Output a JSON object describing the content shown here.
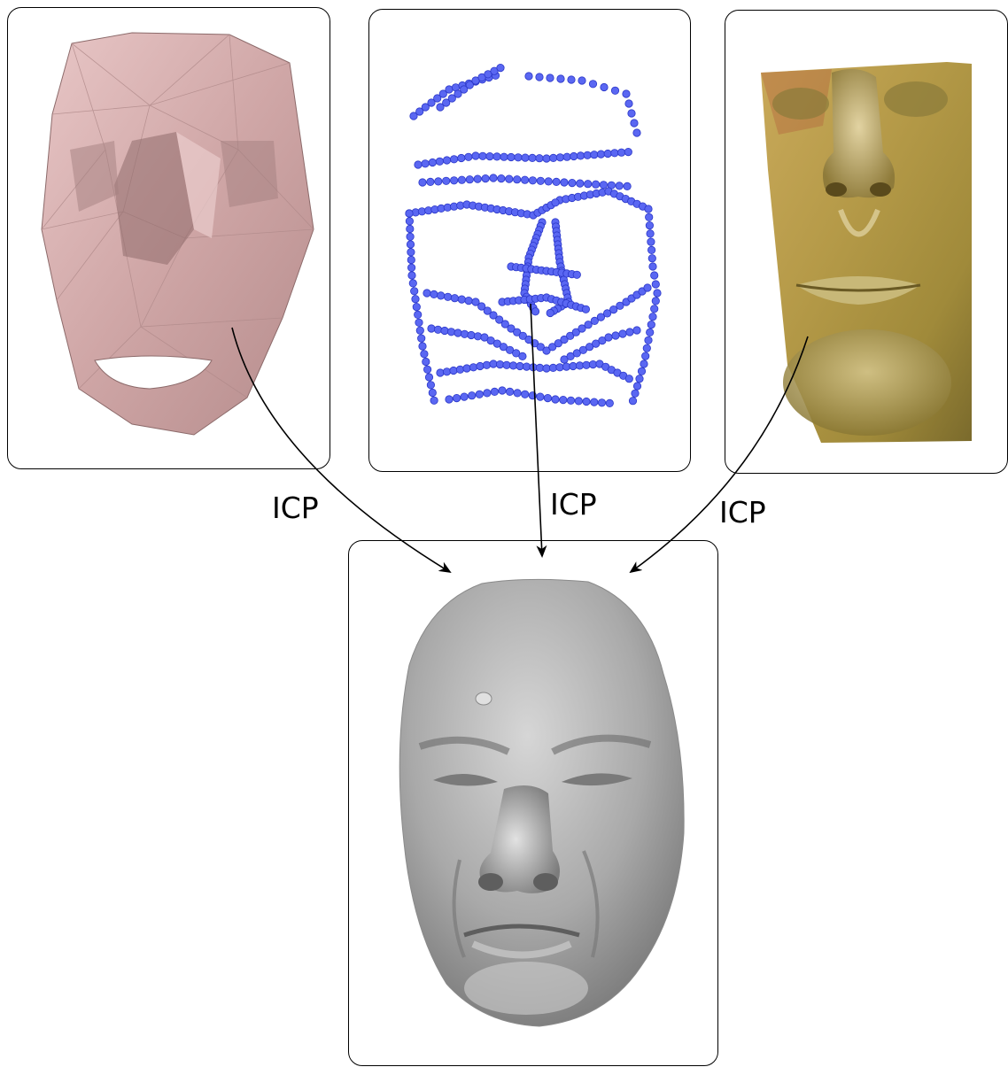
{
  "figure": {
    "edge_label": "ICP",
    "nodes": [
      {
        "id": "mesh",
        "icon": "triangle-mesh-face",
        "color": "#d8b4b4"
      },
      {
        "id": "points",
        "icon": "point-cloud-face",
        "color": "#4f5ff0"
      },
      {
        "id": "volume",
        "icon": "volume-render-face",
        "color": "#b89a3c"
      },
      {
        "id": "target",
        "icon": "grey-surface-face",
        "color": "#9a9a9a"
      }
    ],
    "edges": [
      {
        "from": "mesh",
        "to": "target",
        "label": "ICP"
      },
      {
        "from": "points",
        "to": "target",
        "label": "ICP"
      },
      {
        "from": "volume",
        "to": "target",
        "label": "ICP"
      }
    ]
  }
}
